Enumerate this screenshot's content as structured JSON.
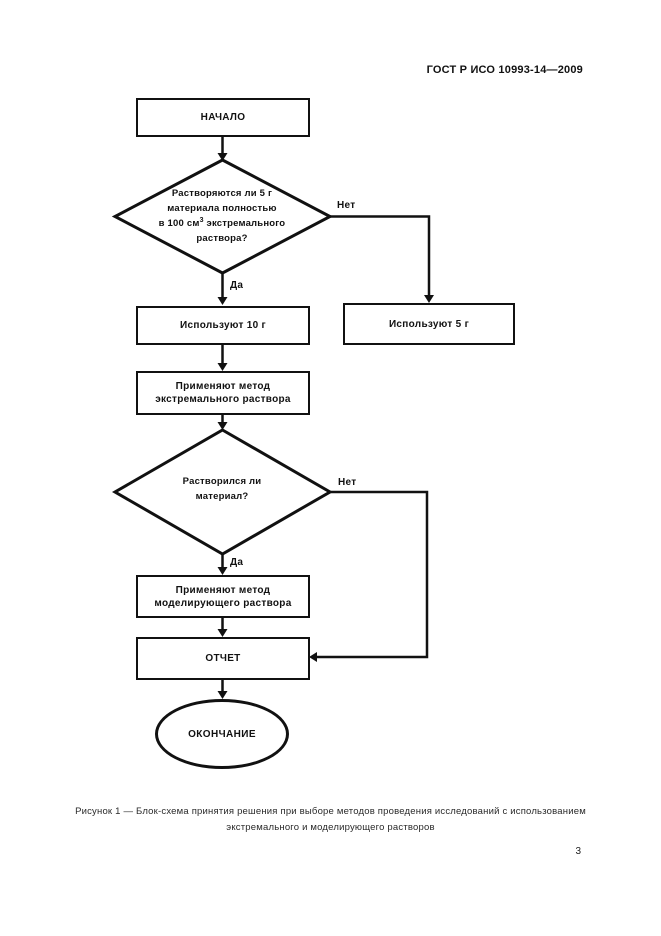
{
  "page": {
    "header": "ГОСТ Р ИСО 10993-14—2009",
    "caption": {
      "line1": "Рисунок 1 — Блок-схема принятия решения при выборе методов проведения исследований с использованием",
      "line2": "экстремального и моделирующего растворов"
    },
    "page_number": "3"
  },
  "flowchart": {
    "start_label": "НАЧАЛО",
    "decision_solubility": {
      "line1": "Растворяются ли 5 г",
      "line2": "материала полностью",
      "line3_pre": "в 100 см",
      "line3_sup": "3",
      "line3_post": " экстремального",
      "line4": "раствора?"
    },
    "labels": {
      "yes": "Да",
      "no": "Нет"
    },
    "use_10g_label": "Используют 10 г",
    "use_5g_label": "Используют 5 г",
    "extreme_method": {
      "line1": "Применяют метод",
      "line2": "экстремального раствора"
    },
    "decision_dissolved": {
      "line1": "Растворился ли",
      "line2": "материал?"
    },
    "simulating_method": {
      "line1": "Применяют метод",
      "line2": "моделирующего раствора"
    },
    "report_label": "ОТЧЕТ",
    "end_label": "ОКОНЧАНИЕ"
  }
}
